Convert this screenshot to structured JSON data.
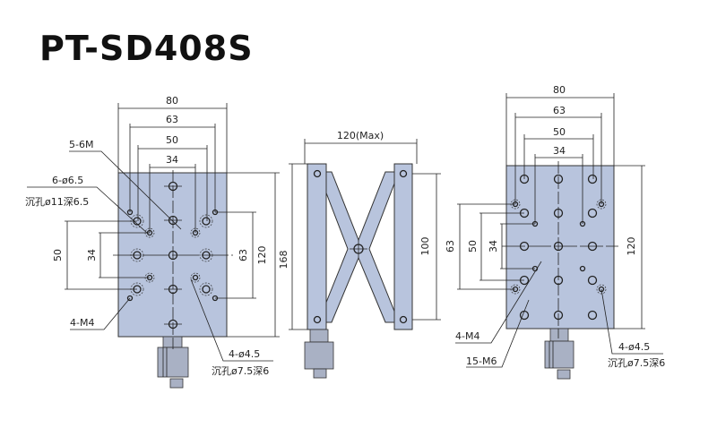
{
  "title": "PT-SD408S",
  "left_view": {
    "dim_80": "80",
    "dim_63": "63",
    "dim_50": "50",
    "dim_34": "34",
    "dim_v50": "50",
    "dim_v34": "34",
    "dim_v63": "63",
    "dim_v120": "120",
    "callout_5_6m": "5-6M",
    "callout_6_65": "6-ø6.5",
    "callout_counterbore_11": "沉孔ø11深6.5",
    "callout_4_m4": "4-M4",
    "callout_4_45": "4-ø4.5",
    "callout_counterbore_75": "沉孔ø7.5深6"
  },
  "side_view": {
    "dim_120max": "120(Max)",
    "dim_168": "168",
    "dim_100": "100"
  },
  "right_view": {
    "dim_80": "80",
    "dim_63": "63",
    "dim_50": "50",
    "dim_34": "34",
    "dim_v63": "63",
    "dim_v50": "50",
    "dim_v34": "34",
    "dim_v120": "120",
    "callout_4_m4": "4-M4",
    "callout_15_m6": "15-M6",
    "callout_4_45": "4-ø4.5",
    "callout_counterbore_75": "沉孔ø7.5深6"
  },
  "colors": {
    "plate": "#b8c4dd"
  }
}
